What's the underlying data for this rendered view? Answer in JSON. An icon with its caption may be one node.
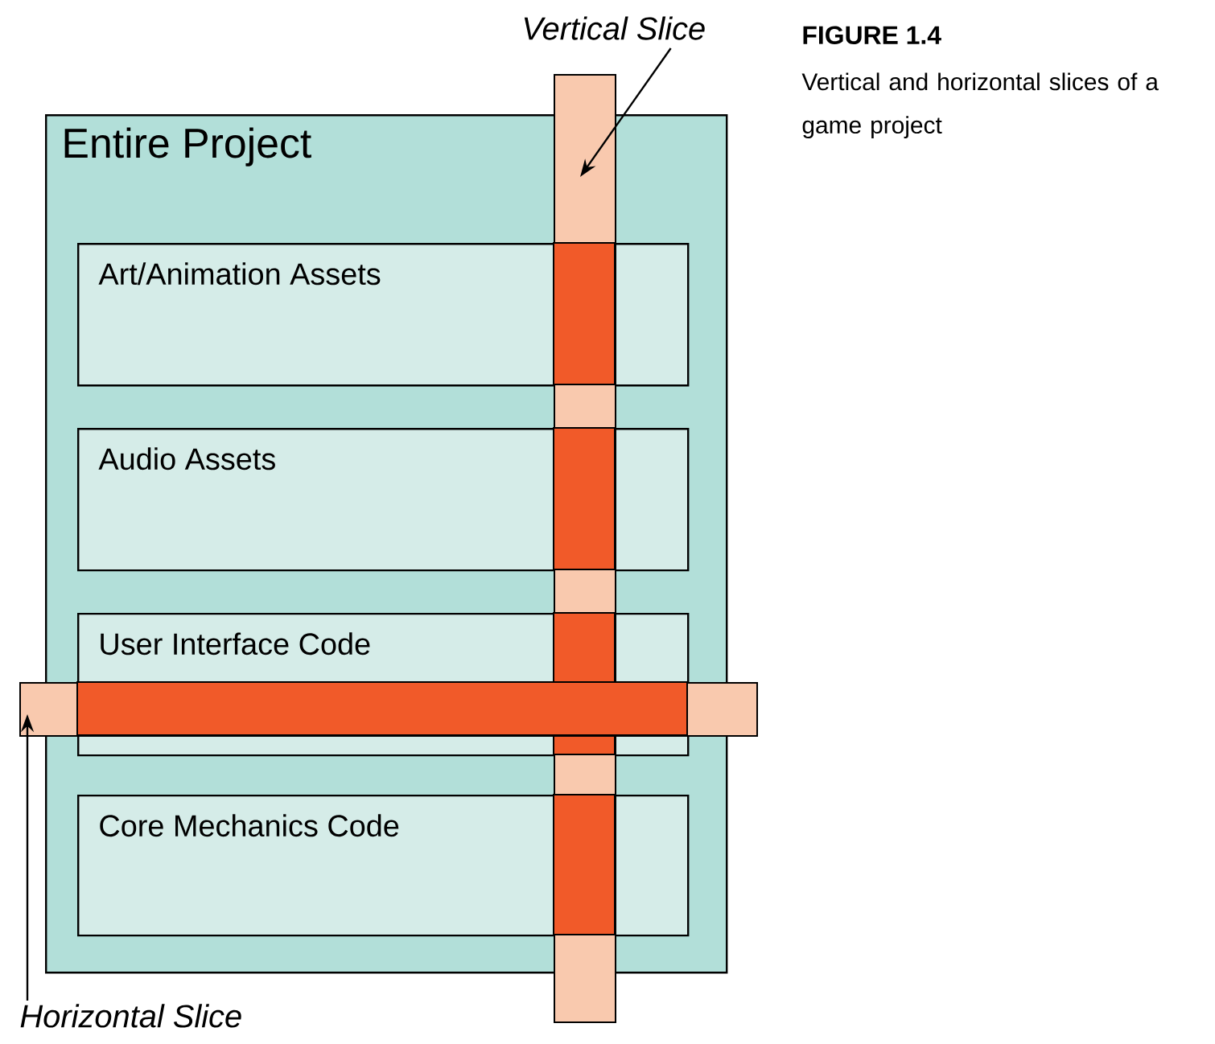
{
  "diagram": {
    "title": "FIGURE 1.4",
    "caption": "Vertical and horizontal slices of a game project",
    "nodes": [
      {
        "text": [
          "Vertical Slice"
        ]
      },
      {
        "text": [],
        "shape": "bar"
      },
      {
        "text": [
          "Entire Project"
        ]
      },
      {
        "text": [
          "Art/Animation Assets"
        ],
        "in": 2
      },
      {
        "text": [
          "Audio Assets"
        ],
        "in": 2
      },
      {
        "text": [
          "User Interface Code"
        ],
        "in": 2
      },
      {
        "text": [
          "Core Mechanics Code"
        ],
        "in": 2
      },
      {
        "text": [],
        "shape": "bar"
      },
      {
        "text": [
          "Horizontal Slice"
        ]
      }
    ],
    "edges": [
      {
        "from": 0,
        "to": 1,
        "arrow": "to"
      },
      {
        "from": 8,
        "to": 7,
        "arrow": "to"
      }
    ]
  }
}
